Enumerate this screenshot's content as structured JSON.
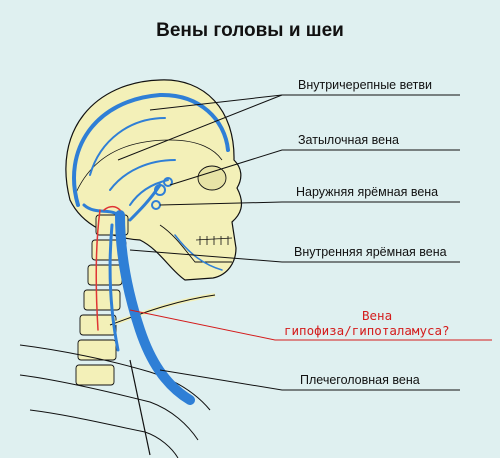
{
  "title": "Вены головы и шеи",
  "labels": [
    "Внутричерепные ветви",
    "Затылочная вена",
    "Наружняя ярёмная вена",
    "Внутренняя ярёмная вена",
    "Плечеголовная вена"
  ],
  "annotation": {
    "line1": "Вена",
    "line2": "гипофиза/гипоталамуса?"
  },
  "colors": {
    "background": "#dff0f0",
    "bone": "#f3f0b8",
    "outline": "#111111",
    "vein": "#2f7fd6",
    "artery": "#e03434",
    "annotation": "#d41c1c"
  }
}
